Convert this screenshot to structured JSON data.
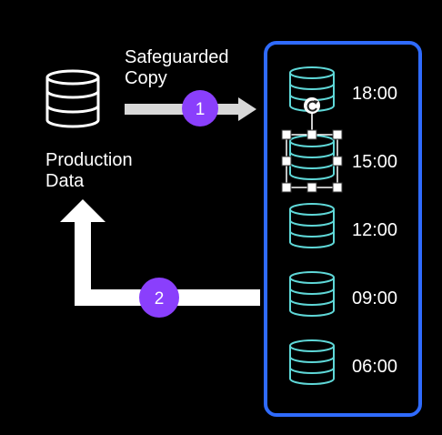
{
  "diagram": {
    "source_label_line1": "Production",
    "source_label_line2": "Data",
    "copy_label_line1": "Safeguarded",
    "copy_label_line2": "Copy",
    "step1": "1",
    "step2": "2",
    "snapshots": [
      {
        "time": "18:00"
      },
      {
        "time": "15:00"
      },
      {
        "time": "12:00"
      },
      {
        "time": "09:00"
      },
      {
        "time": "06:00"
      }
    ],
    "colors": {
      "background": "#000000",
      "panel_border": "#2f6bff",
      "snapshot_stroke": "#5fd8d8",
      "badge": "#8a3ffc",
      "arrow_copy": "#d8d8d8",
      "arrow_restore": "#ffffff"
    }
  }
}
